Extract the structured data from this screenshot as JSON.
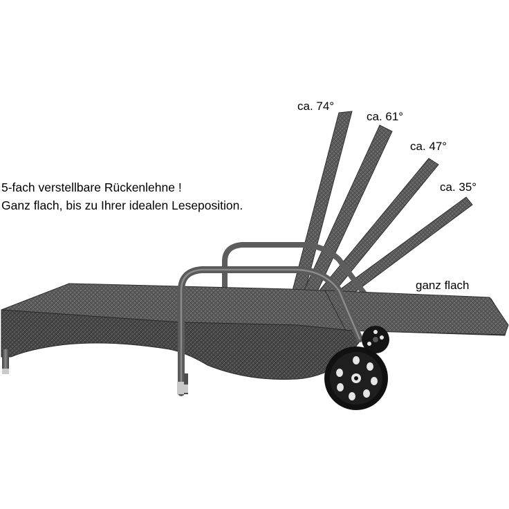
{
  "caption": {
    "line1": "5-fach verstellbare Rückenlehne !",
    "line2": "Ganz flach, bis zu Ihrer idealen Leseposition."
  },
  "angles": {
    "a74": "ca. 74°",
    "a61": "ca. 61°",
    "a47": "ca. 47°",
    "a35": "ca. 35°",
    "flat": "ganz flach"
  },
  "colors": {
    "rattan": "#5a5a5a",
    "rattan_dark": "#3a3a3a",
    "rattan_light": "#8a8a8a",
    "wheel": "#111111",
    "background": "#ffffff"
  }
}
